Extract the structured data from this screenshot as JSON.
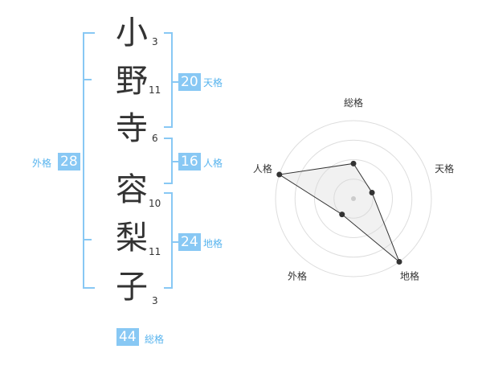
{
  "colors": {
    "bracket": "#88c8f4",
    "badge": "#88c8f4",
    "label": "#58b4ee",
    "text": "#333333"
  },
  "name": {
    "chars": [
      {
        "char": "小",
        "strokes": "3"
      },
      {
        "char": "野",
        "strokes": "11"
      },
      {
        "char": "寺",
        "strokes": "6"
      },
      {
        "char": "容",
        "strokes": "10"
      },
      {
        "char": "梨",
        "strokes": "11"
      },
      {
        "char": "子",
        "strokes": "3"
      }
    ]
  },
  "fortunes": {
    "tenkaku": {
      "value": "20",
      "label": "天格"
    },
    "jinkaku": {
      "value": "16",
      "label": "人格"
    },
    "chikaku": {
      "value": "24",
      "label": "地格"
    },
    "gaikaku": {
      "value": "28",
      "label": "外格"
    },
    "soukaku": {
      "value": "44",
      "label": "総格"
    }
  },
  "chart_data": {
    "type": "radar",
    "axes": [
      "総格",
      "天格",
      "地格",
      "外格",
      "人格"
    ],
    "values": [
      0.45,
      0.25,
      1.0,
      0.25,
      1.0
    ],
    "rings": 4,
    "max": 1
  }
}
